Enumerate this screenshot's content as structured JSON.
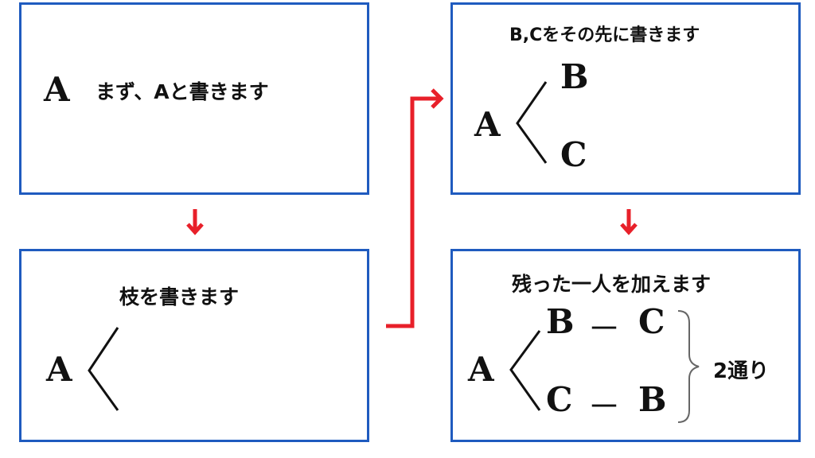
{
  "steps": [
    {
      "caption": "まず、Aと書きます",
      "root": "A"
    },
    {
      "caption": "枝を書きます",
      "root": "A"
    },
    {
      "caption": "B,Cをその先に書きます",
      "root": "A",
      "branches": [
        "B",
        "C"
      ]
    },
    {
      "caption": "残った一人を加えます",
      "root": "A",
      "rows": [
        {
          "first": "B",
          "dash": "－",
          "second": "C"
        },
        {
          "first": "C",
          "dash": "－",
          "second": "B"
        }
      ],
      "result": "2通り"
    }
  ],
  "colors": {
    "border": "#1f5bbf",
    "arrow": "#e8202a"
  }
}
